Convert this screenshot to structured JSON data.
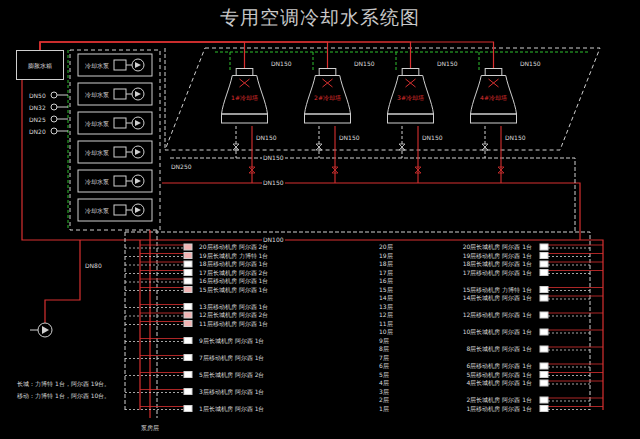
{
  "diagram": {
    "title": "专用空调冷却水系统图",
    "nodes": [
      {
        "text": [
          "膨胀水箱"
        ]
      },
      {
        "text": [
          "1#冷却塔"
        ]
      },
      {
        "text": [
          "2#冷却塔"
        ]
      },
      {
        "text": [
          "3#冷却塔"
        ]
      },
      {
        "text": [
          "4#冷却塔"
        ]
      }
    ],
    "edges": [
      {
        "from": 0,
        "to": 1,
        "arrow": "none"
      },
      {
        "from": 0,
        "to": 2,
        "arrow": "none"
      },
      {
        "from": 0,
        "to": 3,
        "arrow": "none"
      },
      {
        "from": 0,
        "to": 4,
        "arrow": "none"
      }
    ],
    "labels": [
      "DN150",
      "DN150",
      "DN150",
      "DN150",
      "DN150",
      "DN150",
      "DN150",
      "DN150",
      "DN250",
      "DN150",
      "DN150",
      "DN100",
      "DN80",
      "DN50",
      "DN32",
      "DN25",
      "DN20",
      "冷却水泵",
      "冷却水泵",
      "冷却水泵",
      "冷却水泵",
      "冷却水泵",
      "冷却水泵",
      "20层",
      "19层",
      "18层",
      "17层",
      "16层",
      "15层",
      "14层",
      "13层",
      "12层",
      "11层",
      "10层",
      "9层",
      "8层",
      "7层",
      "6层",
      "5层",
      "4层",
      "3层",
      "2层",
      "1层",
      "20层移动机房 阿尔西 2台",
      "19层长城机房 力博特 1台",
      "18层移动机房 阿尔西 1台",
      "17层长城机房 阿尔西 2台",
      "16层移动机房 阿尔西 1台",
      "15层长城机房 阿尔西 1台",
      "13层移动机房 阿尔西 1台",
      "12层长城机房 阿尔西 2台",
      "11层移动机房 阿尔西 1台",
      "9层长城机房 阿尔西 1台",
      "7层移动机房 阿尔西 1台",
      "5层长城机房 阿尔西 2台",
      "3层移动机房 阿尔西 1台",
      "1层长城机房 阿尔西 1台",
      "20层长城机房 阿尔西 1台",
      "19层移动机房 阿尔西 1台",
      "18层长城机房 阿尔西 1台",
      "17层移动机房 阿尔西 1台",
      "15层移动机房 力博特 1台",
      "14层长城机房 阿尔西 1台",
      "12层移动机房 阿尔西 1台",
      "10层长城机房 阿尔西 1台",
      "8层长城机房 阿尔西 1台",
      "6层移动机房 阿尔西 1台",
      "5层移动机房 阿尔西 1台",
      "4层长城机房 阿尔西 1台",
      "2层长城机房 阿尔西 1台",
      "1层移动机房 阿尔西 1台",
      "长城：力博特 1台，阿尔西 19台。",
      "移动：力博特 1台，阿尔西 10台。",
      "泵房层"
    ]
  }
}
